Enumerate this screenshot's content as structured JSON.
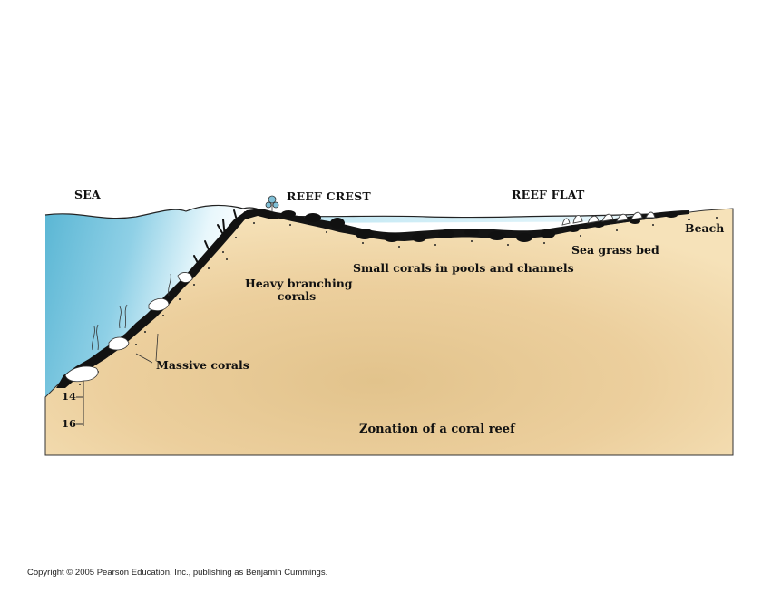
{
  "diagram": {
    "title": "Zonation of a coral reef",
    "zones": {
      "sea": "SEA",
      "reef_crest": "REEF CREST",
      "reef_flat": "REEF FLAT"
    },
    "labels": {
      "beach": "Beach",
      "sea_grass_bed": "Sea grass bed",
      "small_corals": "Small corals in pools and channels",
      "heavy_branching_line1": "Heavy branching",
      "heavy_branching_line2": "corals",
      "massive_corals": "Massive corals"
    },
    "depth_ticks": [
      "14",
      "16"
    ],
    "colors": {
      "sea_deep": "#5fb8d6",
      "sea_light": "#dff3fa",
      "sand": "#f4ddb0",
      "sand_shade": "#e3c48e",
      "coral": "#111111"
    }
  },
  "footer": {
    "copyright": "Copyright © 2005 Pearson Education, Inc., publishing as Benjamin Cummings."
  }
}
